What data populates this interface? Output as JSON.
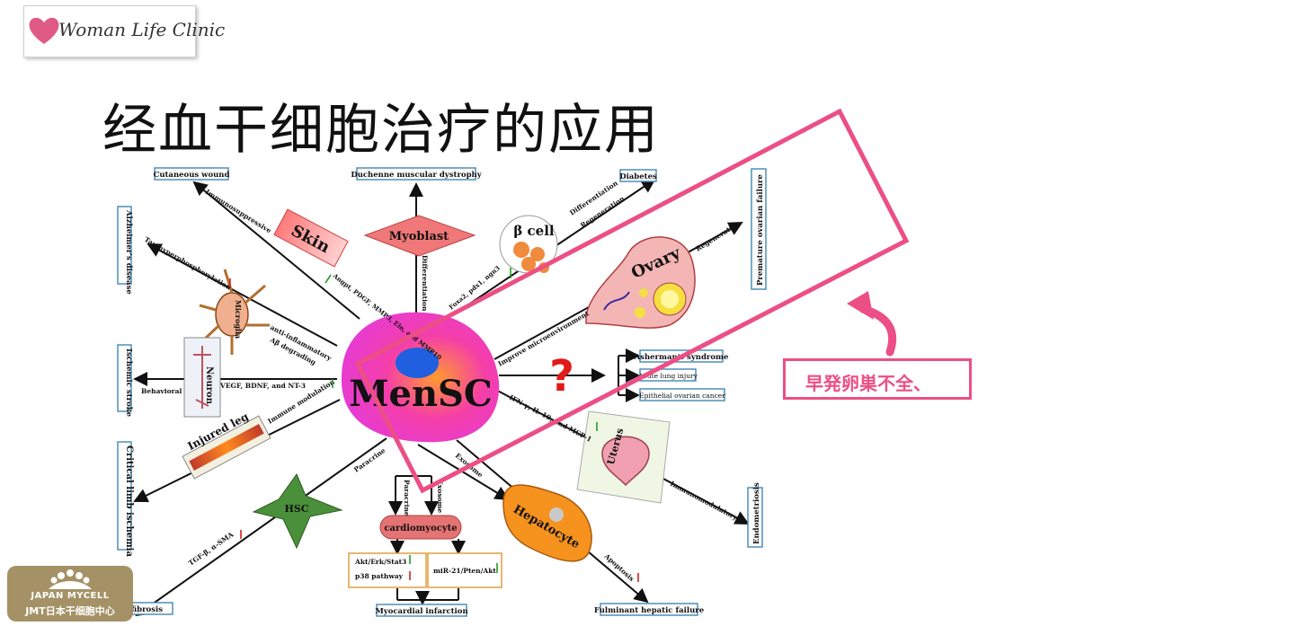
{
  "logo": {
    "text": "Woman Life Clinic"
  },
  "title": "经血干细胞治疗的应用",
  "diagram": {
    "center": "MenSC",
    "nodes": {
      "skin": "Skin",
      "myoblast": "Myoblast",
      "beta_cell": "β cell",
      "ovary": "Ovary",
      "question": "?",
      "uterus": "Uterus",
      "hepatocyte": "Hepatocyte",
      "cardiomyocyte": "cardiomyocyte",
      "hsc": "HSC",
      "injured_leg": "Injured leg",
      "neuron": "Neuron",
      "microglia": "Microglia"
    },
    "outcomes": {
      "cutaneous_wound": "Cutaneous wound",
      "duchenne": "Duchenne muscular dystrophy",
      "diabetes": "Diabetes",
      "alzheimers": "Alzheimer's disease",
      "premature_ovarian": "Premature ovarian failure",
      "asherman": "Asherman's syndrome",
      "lung_injury": "Acute lung injury",
      "ovarian_cancer": "Epithelial ovarian cancer",
      "ischemic_stroke": "Ischemic stroke",
      "critical_limb": "Critical limb ischemia",
      "endometriosis": "Endometriosis",
      "liver_fibrosis": "Liver fibrosis",
      "myocardial_infarction": "Myocardial infarction",
      "fulminant_hepatic": "Fulminant hepatic failure"
    },
    "edge_labels": {
      "immunosuppressive": "Immunosuppressive",
      "skin_factors": "Angpt, PDGF, MMP3, Eln, and MMP10",
      "differentiation_myo": "Differentiation",
      "beta_factors": "Foxa2, pdx1, ngn3",
      "differentiation_beta": "Differentiation",
      "regeneration_beta": "Regeneration",
      "tau": "Tau hyperphosphorylation",
      "anti_inflammatory": "anti-inflammatory",
      "abeta": "Aβ degrading",
      "improve_micro": "Improve microenvironment",
      "regeneration_ovary": "Regeneration",
      "behavioral": "Behavioral",
      "vegf": "VEGF, BDNF, and NT-3",
      "ifn": "IFN-γ, IL-10, and MCP-1",
      "immune_modulation": "Immune modulation",
      "immunomodulatory": "Immunomodulatory",
      "paracrine_hsc": "Paracrine",
      "paracrine_cardio": "Paracrine",
      "exosome_cardio": "Exosome",
      "exosome_hep": "Exosome",
      "tgf": "TGF-β, α-SMA",
      "akt": "Akt/Erk/Stat3",
      "p38": "p38 pathway",
      "mir21": "miR-21/Pten/Akt",
      "apoptosis": "Apoptosis"
    }
  },
  "callout": {
    "text": "早発卵巣不全、"
  },
  "badge": {
    "line1": "JAPAN MYCELL",
    "line2": "JMT日本干细胞中心"
  },
  "colors": {
    "accent_pink": "#ec4f85",
    "badge_gold": "#a49266",
    "outcome_border": "#4f8fb8",
    "mensc_blue": "#1f5fe0",
    "mensc_magenta": "#ee2fd4"
  }
}
